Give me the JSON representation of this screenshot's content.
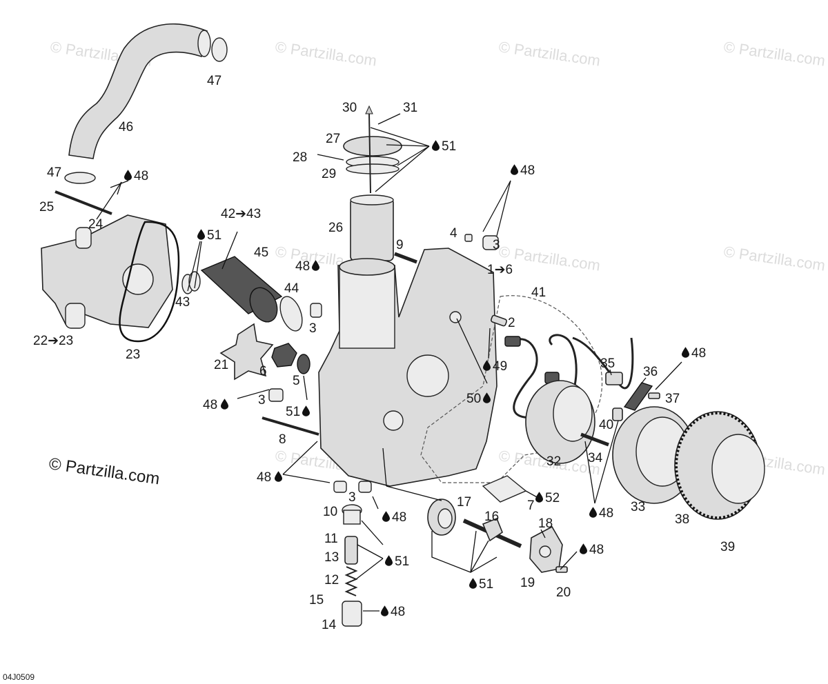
{
  "watermarks": [
    "© Partzilla.com",
    "© Partzilla.com",
    "© Partzilla.com",
    "© Partzilla.com",
    "© Partzilla.com",
    "© Partzilla.com",
    "© Partzilla.com",
    "© Partzilla.com",
    "© Partzilla.com",
    "© Partzilla.com"
  ],
  "copyright": "© Partzilla.com",
  "diagram_code": "04J0509",
  "callouts": {
    "p1_6": "1➔6",
    "p2": "2",
    "p3a": "3",
    "p3b": "3",
    "p3c": "3",
    "p3d": "3",
    "p4": "4",
    "p5": "5",
    "p6": "6",
    "p7": "7",
    "p8": "8",
    "p9": "9",
    "p10": "10",
    "p11": "11",
    "p12": "12",
    "p13": "13",
    "p14": "14",
    "p15": "15",
    "p16": "16",
    "p17": "17",
    "p18": "18",
    "p19": "19",
    "p20": "20",
    "p21": "21",
    "p22_23": "22➔23",
    "p23": "23",
    "p24": "24",
    "p25": "25",
    "p26": "26",
    "p27": "27",
    "p28": "28",
    "p29": "29",
    "p30": "30",
    "p31": "31",
    "p32": "32",
    "p33": "33",
    "p34": "34",
    "p35": "35",
    "p36": "36",
    "p37": "37",
    "p38": "38",
    "p39": "39",
    "p40": "40",
    "p41": "41",
    "p42_43": "42➔43",
    "p43": "43",
    "p44": "44",
    "p45": "45",
    "p46": "46",
    "p47a": "47",
    "p47b": "47"
  },
  "lubricants": {
    "l48a": "48",
    "l48b": "48",
    "l48c": "48",
    "l48d": "48",
    "l48e": "48",
    "l48f": "48",
    "l48g": "48",
    "l48h": "48",
    "l48i": "48",
    "l48j": "48",
    "l49": "49",
    "l50": "50",
    "l51a": "51",
    "l51b": "51",
    "l51c": "51",
    "l51d": "51",
    "l51e": "51",
    "l52": "52"
  }
}
